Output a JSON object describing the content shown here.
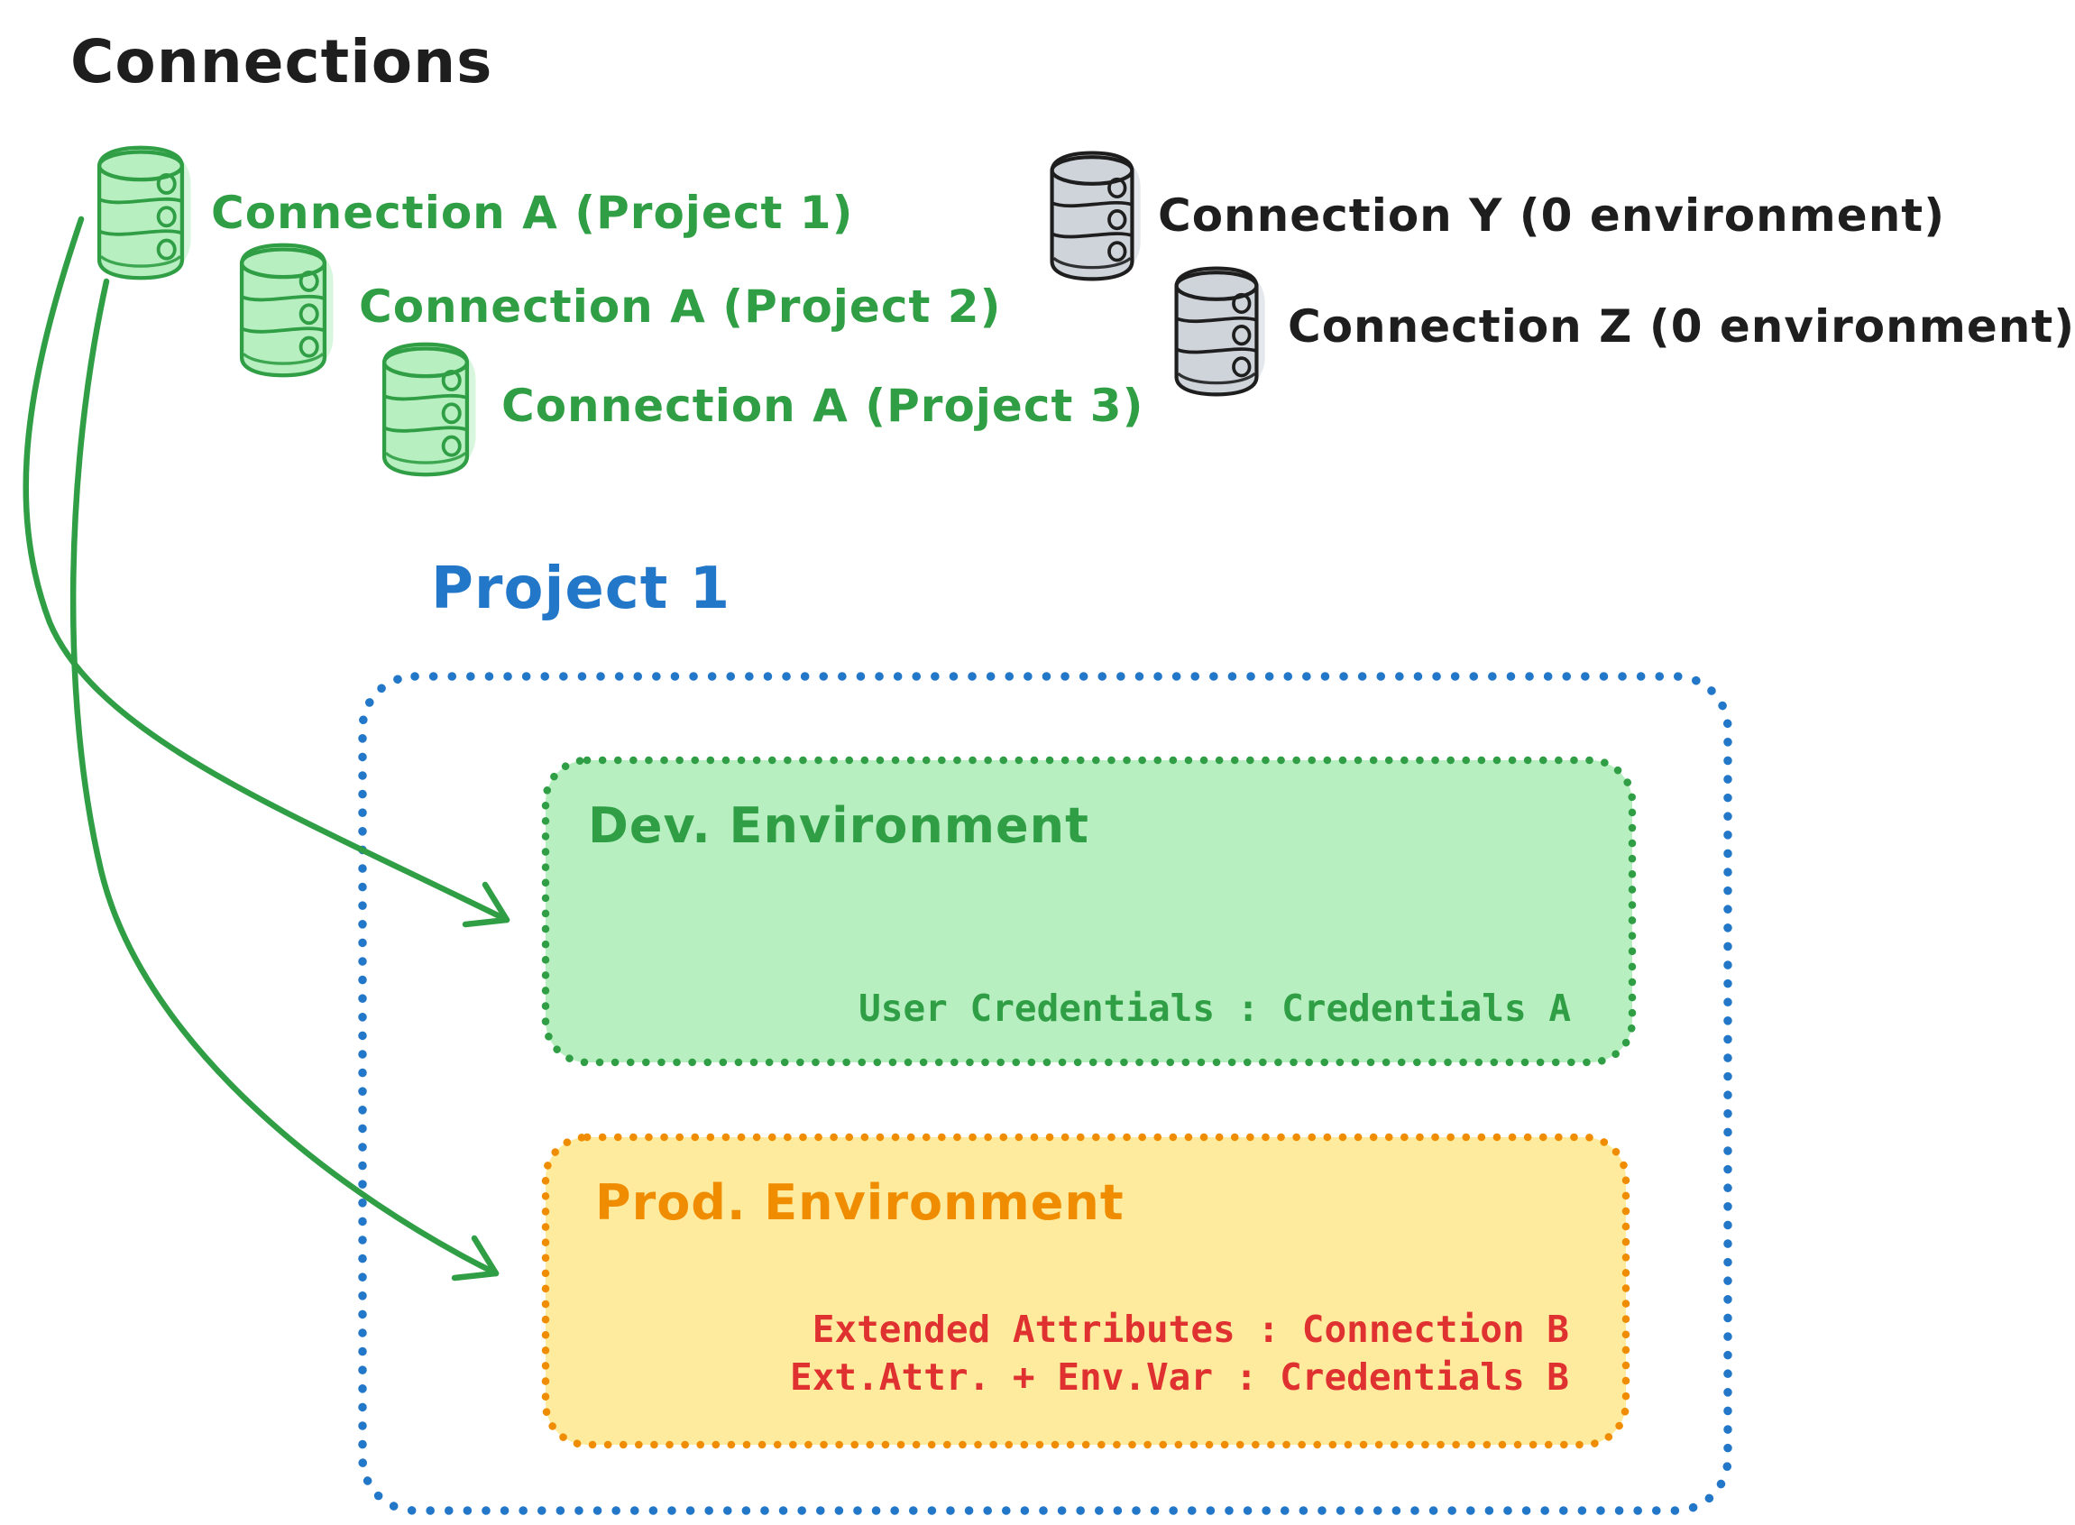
{
  "title": "Connections",
  "colors": {
    "ink": "#1e1e1e",
    "green_stroke": "#2f9e44",
    "green_fill": "#b7efc1",
    "gray_fill": "#ced4da",
    "blue": "#2277c8",
    "orange": "#f08c00",
    "yellow_fill": "#ffeb9d",
    "red": "#e03131"
  },
  "project_connections": [
    {
      "label": "Connection A (Project 1)"
    },
    {
      "label": "Connection A (Project 2)"
    },
    {
      "label": "Connection A (Project 3)"
    }
  ],
  "unassigned_connections": [
    {
      "label": "Connection Y (0 environment)"
    },
    {
      "label": "Connection Z (0 environment)"
    }
  ],
  "project": {
    "title": "Project 1",
    "dev_environment": {
      "name": "Dev. Environment",
      "mapping": "User Credentials : Credentials A"
    },
    "prod_environment": {
      "name": "Prod. Environment",
      "mappings": [
        "Extended Attributes : Connection B",
        "Ext.Attr. + Env.Var : Credentials B"
      ]
    }
  }
}
